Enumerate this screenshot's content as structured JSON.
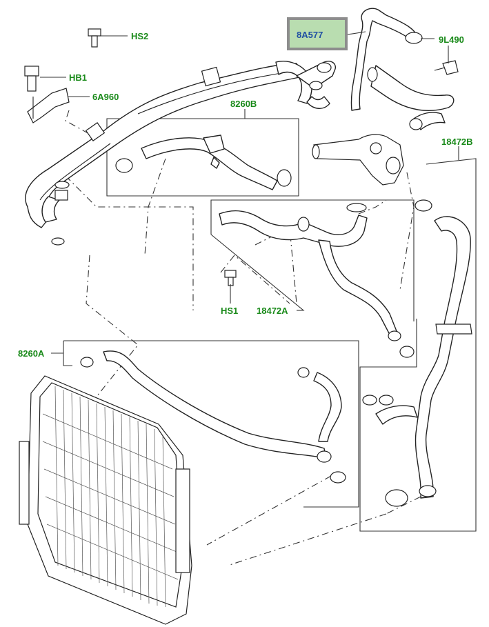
{
  "diagram": {
    "labels": {
      "hs2": "HS2",
      "hb1": "HB1",
      "p6a960": "6A960",
      "p8260b": "8260B",
      "p8a577": "8A577",
      "p9l490": "9L490",
      "p18472b": "18472B",
      "hs1": "HS1",
      "p18472a": "18472A",
      "p8260a": "8260A"
    },
    "colors": {
      "label_text": "#1a8a1a",
      "highlight_text": "#1f4fa3",
      "highlight_fill": "#b9ddb0",
      "highlight_border": "#8d8d8d",
      "line": "#222222"
    }
  }
}
